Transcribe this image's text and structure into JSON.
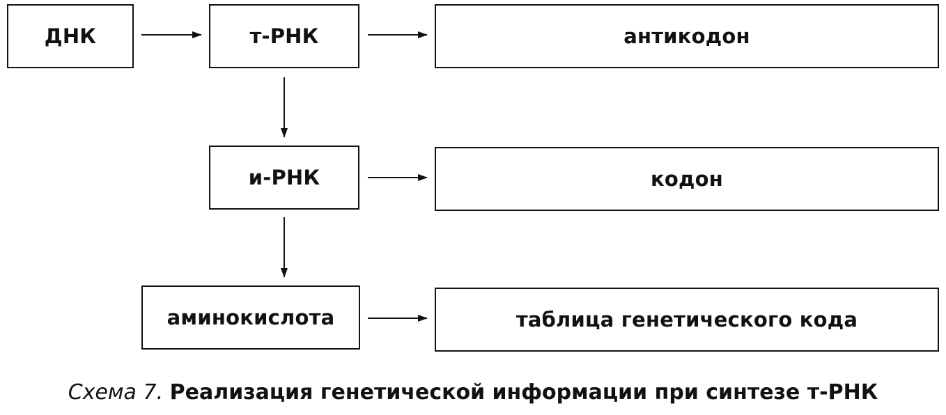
{
  "diagram": {
    "nodes": {
      "dna": "ДНК",
      "trna": "т-РНК",
      "anticodon": "антикодон",
      "mrna": "и-РНК",
      "codon": "кодон",
      "amino_acid": "аминокислота",
      "code_table": "таблица генетического кода"
    },
    "edges": [
      [
        "dna",
        "trna"
      ],
      [
        "trna",
        "anticodon"
      ],
      [
        "trna",
        "mrna"
      ],
      [
        "mrna",
        "codon"
      ],
      [
        "mrna",
        "amino_acid"
      ],
      [
        "amino_acid",
        "code_table"
      ]
    ]
  },
  "caption": {
    "prefix": "Схема 7.",
    "title": "Реализация генетической информации при синтезе т-РНК"
  }
}
